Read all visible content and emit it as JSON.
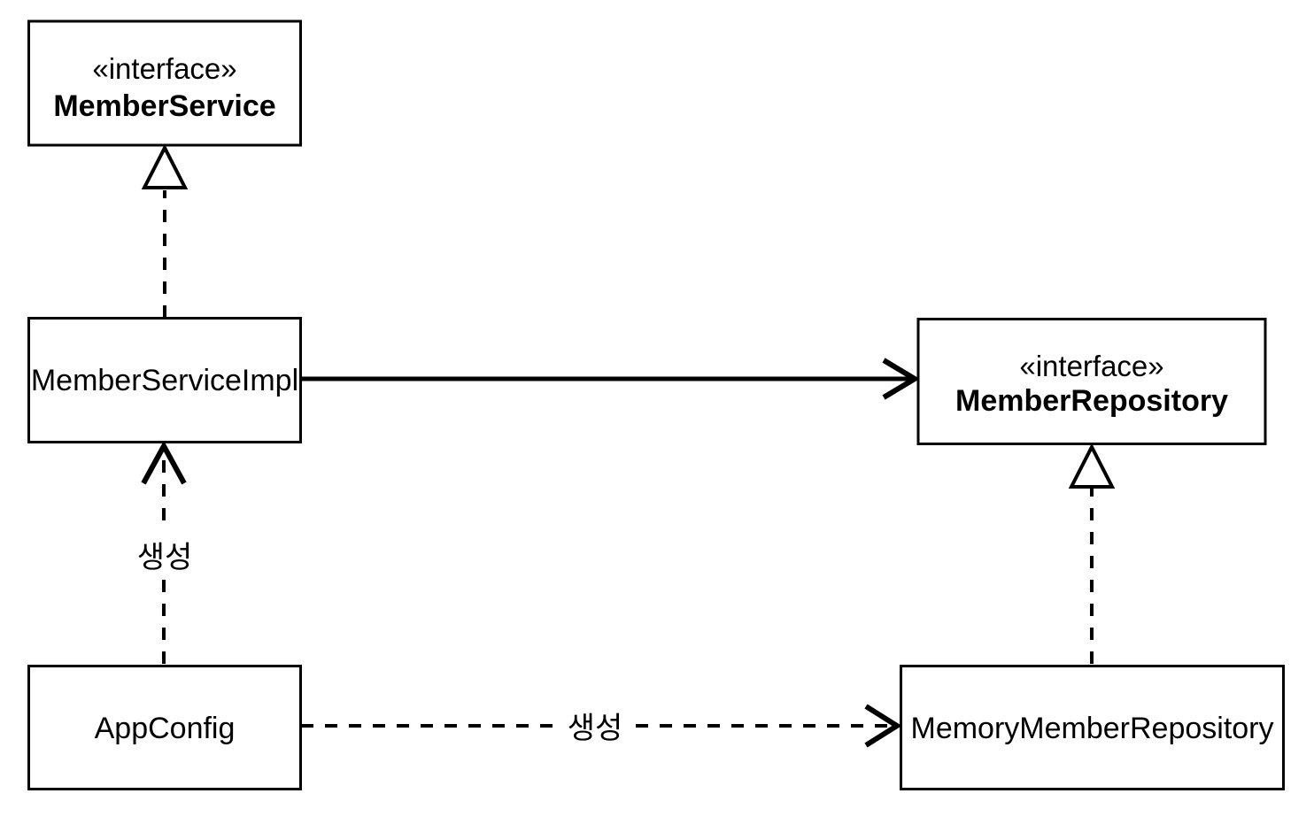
{
  "diagram": {
    "type": "uml-class-diagram",
    "background": "#ffffff",
    "line_color": "#000000",
    "text_color": "#000000",
    "nodes": [
      {
        "id": "member-service",
        "stereotype": "«interface»",
        "name": "MemberService",
        "name_bold": true
      },
      {
        "id": "member-service-impl",
        "stereotype": "",
        "name": "MemberServiceImpl",
        "name_bold": false
      },
      {
        "id": "member-repository",
        "stereotype": "«interface»",
        "name": "MemberRepository",
        "name_bold": true
      },
      {
        "id": "app-config",
        "stereotype": "",
        "name": "AppConfig",
        "name_bold": false
      },
      {
        "id": "memory-member-repository",
        "stereotype": "",
        "name": "MemoryMemberRepository",
        "name_bold": false
      }
    ],
    "edges": [
      {
        "from": "member-service-impl",
        "to": "member-service",
        "type": "realization",
        "style": "dashed",
        "arrowhead": "hollow-triangle",
        "label": ""
      },
      {
        "from": "member-service-impl",
        "to": "member-repository",
        "type": "association",
        "style": "solid",
        "arrowhead": "open",
        "label": ""
      },
      {
        "from": "app-config",
        "to": "member-service-impl",
        "type": "dependency",
        "style": "dashed",
        "arrowhead": "open",
        "label": "생성"
      },
      {
        "from": "app-config",
        "to": "memory-member-repository",
        "type": "dependency",
        "style": "dashed",
        "arrowhead": "open",
        "label": "생성"
      },
      {
        "from": "memory-member-repository",
        "to": "member-repository",
        "type": "realization",
        "style": "dashed",
        "arrowhead": "hollow-triangle",
        "label": ""
      }
    ]
  }
}
